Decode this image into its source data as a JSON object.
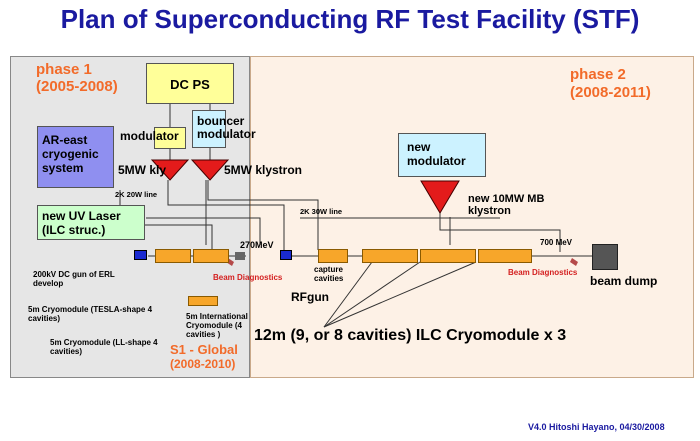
{
  "title": "Plan of Superconducting RF Test Facility (STF)",
  "phase1": {
    "name": "phase 1",
    "years": "(2005-2008)"
  },
  "phase2": {
    "name": "phase 2",
    "years": "(2008-2011)"
  },
  "boxes": {
    "dc_ps": "DC PS",
    "modulator": "modulator",
    "bouncer": "bouncer modulator",
    "ar_east": "AR-east cryogenic system",
    "uv_laser": "new UV Laser (ILC struc.)",
    "new_modulator": "new modulator"
  },
  "labels": {
    "kly5a": "5MW kly",
    "kly5b": "5MW klystron",
    "kly10": "new 10MW MB klystron",
    "line20": "2K 20W line",
    "line30": "2K 30W line",
    "mev270": "270MeV",
    "mev700": "700 MeV",
    "beam_diag1": "Beam Diagnostics",
    "beam_diag2": "Beam Diagnostics",
    "rfgun": "RFgun",
    "capture": "capture cavities",
    "beam_dump": "beam dump",
    "dc_gun": "200kV DC gun of ERL develop",
    "cryo_tesla": "5m Cryomodule (TESLA-shape 4 cavities)",
    "cryo_ll": "5m Cryomodule (LL-shape 4 cavities)",
    "intl_cryo": "5m International Cryomodule (4 cavities )",
    "s1_global": "S1 - Global",
    "s1_years": "(2008-2010)",
    "ilc_cryo": "12m (9, or 8 cavities) ILC Cryomodule  x  3",
    "footer": "V4.0 Hitoshi Hayano, 04/30/2008"
  },
  "colors": {
    "title": "#1a1aa0",
    "phase": "#f26b2a",
    "cavity": "#f7a62a",
    "klystron": "#e31b1b",
    "source_blue": "#1a2ad0",
    "dc_ps": "#ffff99",
    "cryo_box": "#8f8ff0",
    "laser_box": "#ccffcc",
    "modulator_box": "#ccf2ff"
  }
}
